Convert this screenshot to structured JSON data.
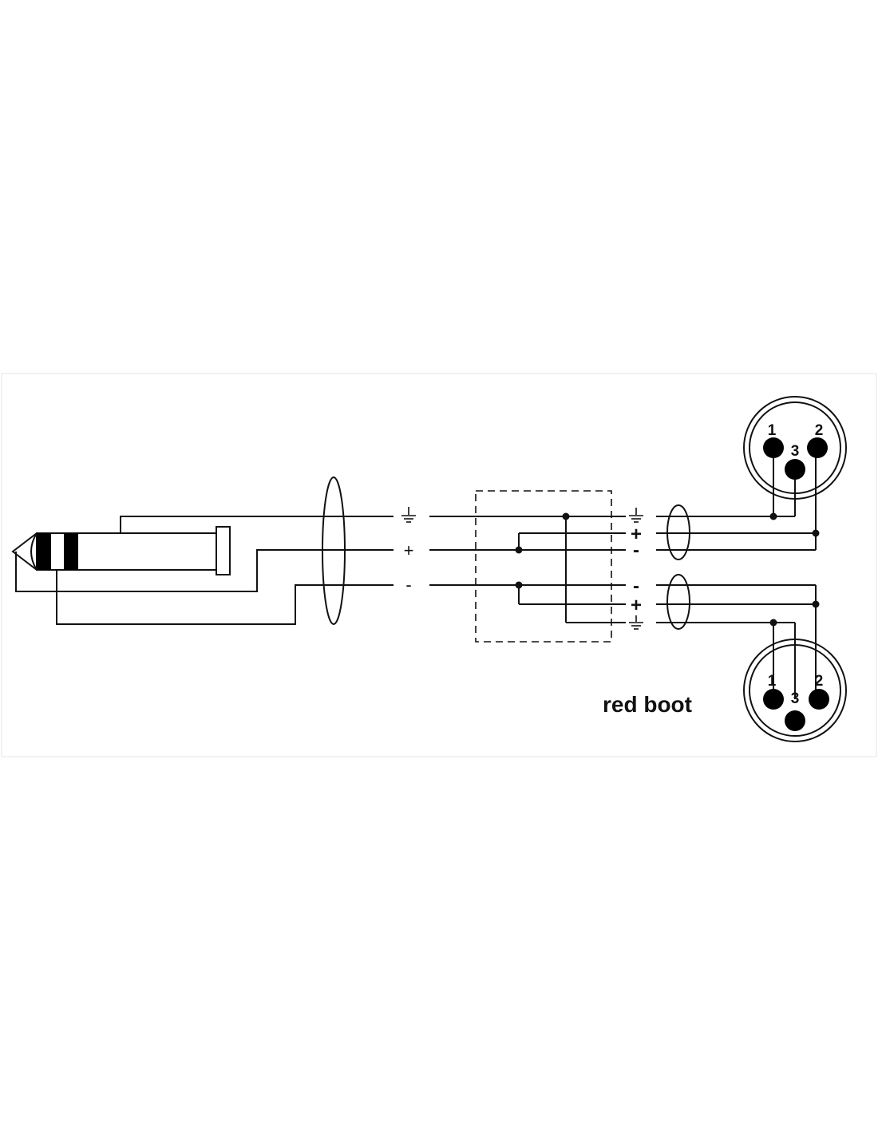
{
  "left_labels": {
    "plus": "+",
    "minus": "-"
  },
  "splitter_labels": {
    "top_plus": "+",
    "top_minus": "-",
    "bottom_minus": "-",
    "bottom_plus": "+"
  },
  "xlr_top": {
    "pin1": "1",
    "pin2": "2",
    "pin3": "3"
  },
  "xlr_bottom": {
    "pin1": "1",
    "pin2": "2",
    "pin3": "3"
  },
  "caption": "red boot",
  "colors": {
    "line": "#111111",
    "background": "#ffffff"
  }
}
